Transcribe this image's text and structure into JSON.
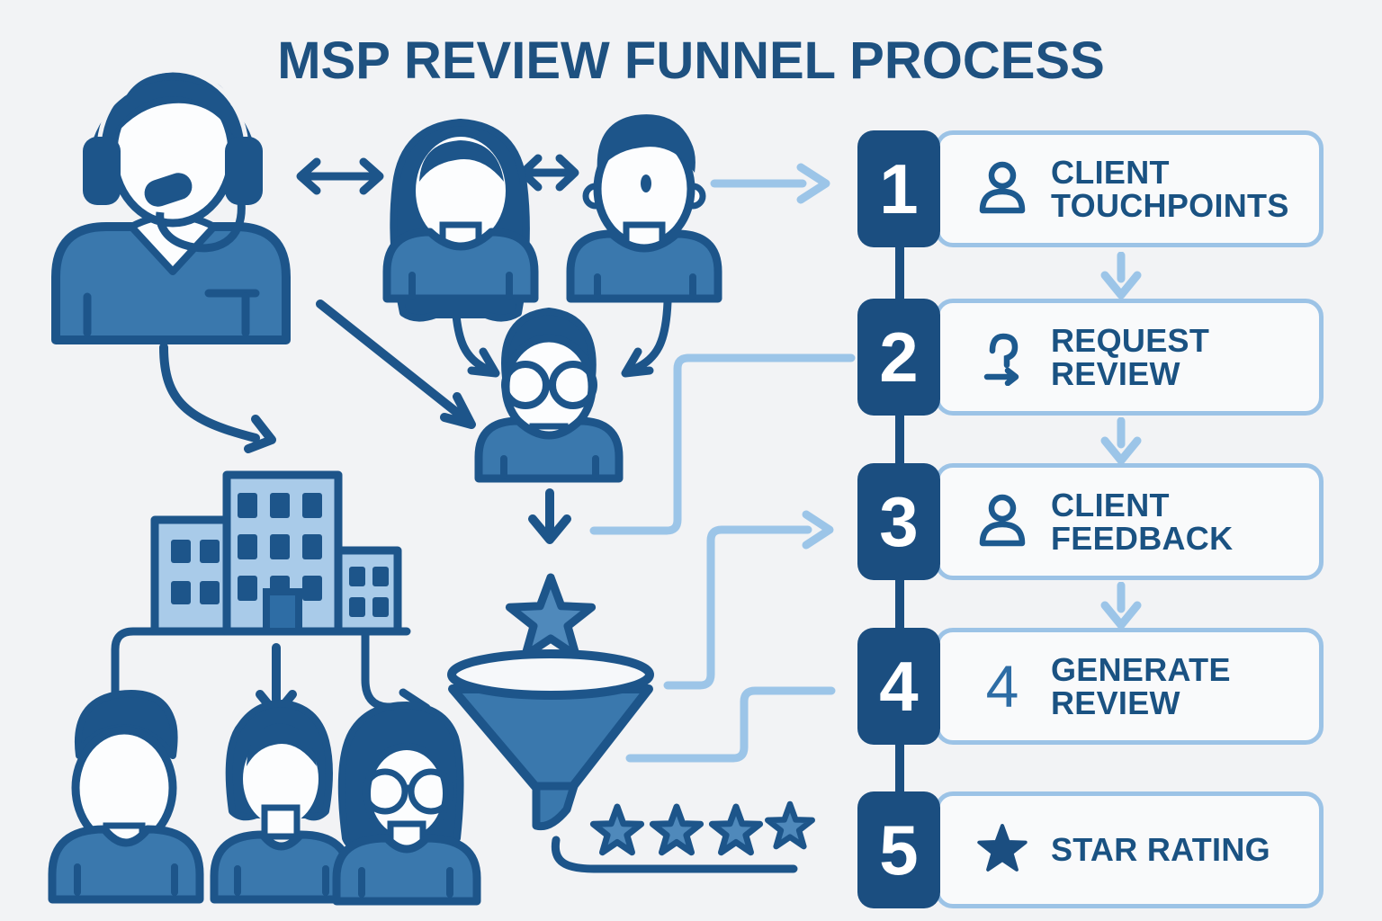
{
  "title": "MSP REVIEW FUNNEL PROCESS",
  "steps": [
    {
      "number": "1",
      "label": "CLIENT TOUCHPOINTS",
      "icon": "person-icon"
    },
    {
      "number": "2",
      "label": "REQUEST REVIEW",
      "icon": "request-review-icon"
    },
    {
      "number": "3",
      "label": "CLIENT FEEDBACK",
      "icon": "person-icon"
    },
    {
      "number": "4",
      "label": "GENERATE REVIEW",
      "icon": "number-4-icon",
      "icon_glyph": "4"
    },
    {
      "number": "5",
      "label": "STAR RATING",
      "icon": "star-icon"
    }
  ],
  "illustration": {
    "figures": [
      "support-agent-headset",
      "client-woman",
      "client-man",
      "client-with-glasses",
      "office-building",
      "customer-man",
      "customer-woman",
      "customer-woman-glasses",
      "review-funnel",
      "funnel-star",
      "rating-stars"
    ],
    "rating_star_count": 4
  },
  "colors": {
    "background": "#f2f3f5",
    "outline_blue": "#1d558a",
    "fill_blue": "#3a78ad",
    "light_fill_blue": "#a9cbe9",
    "pale_connector_blue": "#9cc5e8",
    "badge_blue": "#1b4e80",
    "text_blue": "#1a5282"
  }
}
